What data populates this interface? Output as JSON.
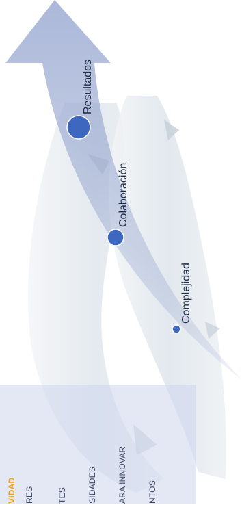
{
  "diagram": {
    "colors": {
      "arrow": "#8fa0cc",
      "point": "#3e68bf",
      "label": "#1f2a44",
      "panel": "#cdd6ec",
      "highlight": "#e8a317",
      "fish_body": "#dde4ea",
      "fish_fin": "#c6ced8"
    },
    "points": [
      {
        "label": "Complejidad"
      },
      {
        "label": "Colaboración"
      },
      {
        "label": "Resultados"
      }
    ]
  },
  "side_panel": {
    "items": [
      {
        "label": "VIDAD",
        "active": true
      },
      {
        "label": "RES",
        "active": false
      },
      {
        "label": "TES",
        "active": false
      },
      {
        "label": "SIDADES",
        "active": false
      },
      {
        "label": "ARA INNOVAR",
        "active": false
      },
      {
        "label": "NTOS",
        "active": false
      }
    ]
  }
}
